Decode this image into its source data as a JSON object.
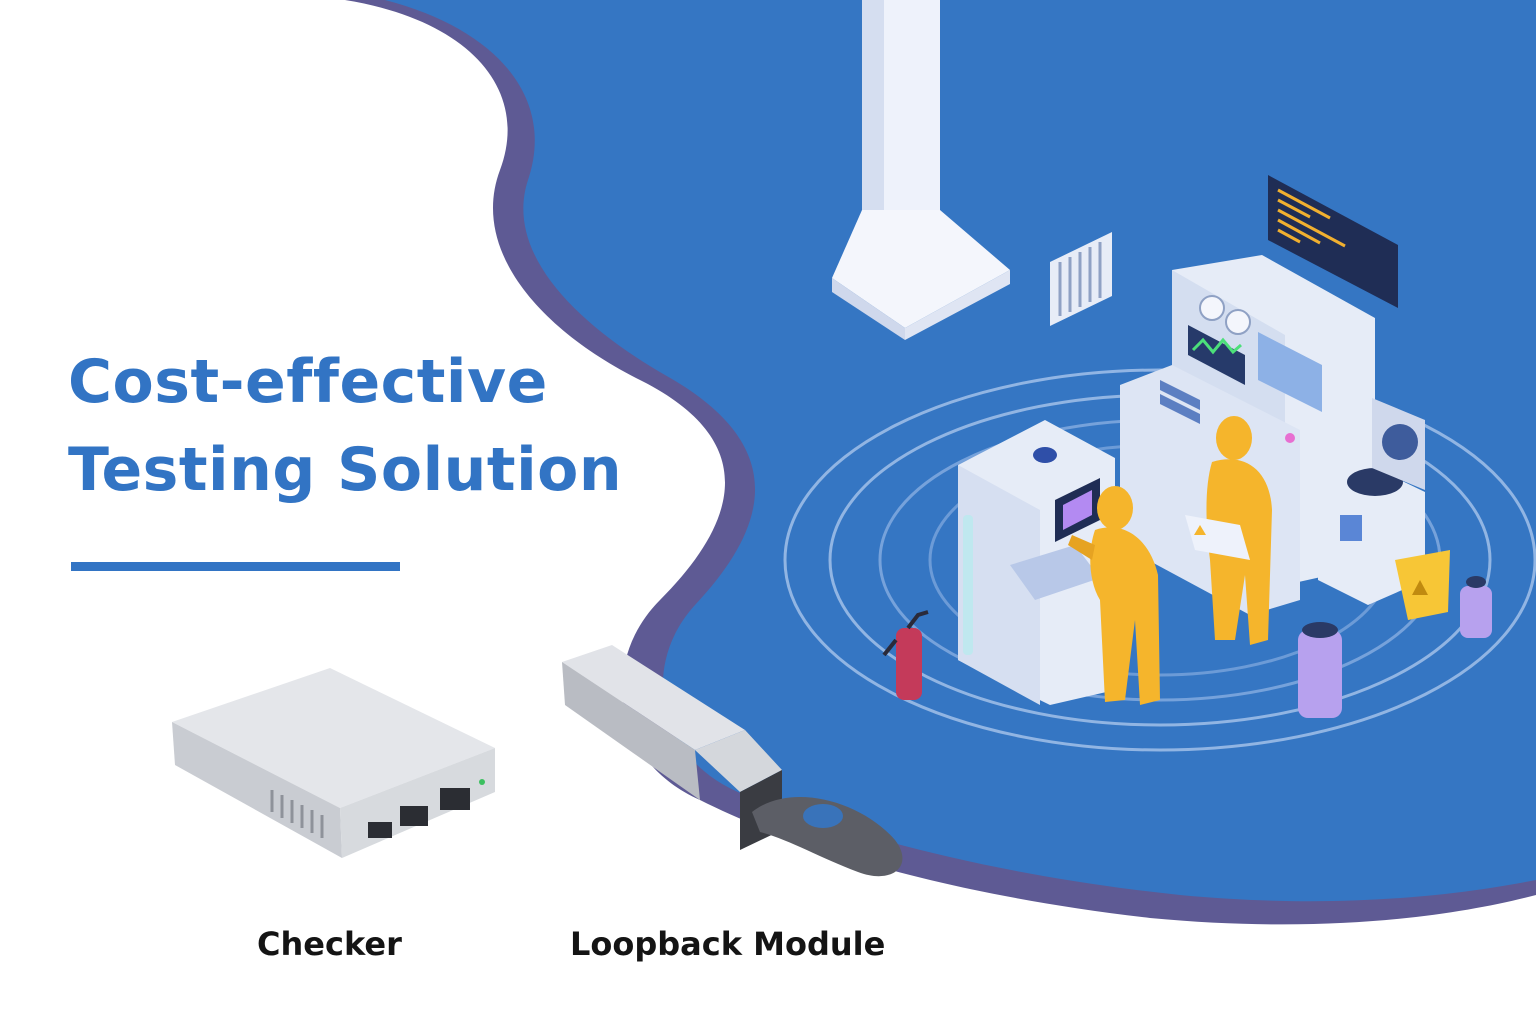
{
  "headline": {
    "line1": "Cost-effective",
    "line2": "Testing Solution"
  },
  "products": [
    {
      "label": "Checker"
    },
    {
      "label": "Loopback Module"
    }
  ],
  "colors": {
    "brand_blue": "#3274c4",
    "background_blue": "#3576c3",
    "wave_purple": "#5e5a94",
    "suit_yellow": "#f5b52c",
    "equipment_light": "#e6ecf7",
    "caption_text": "#141414"
  }
}
